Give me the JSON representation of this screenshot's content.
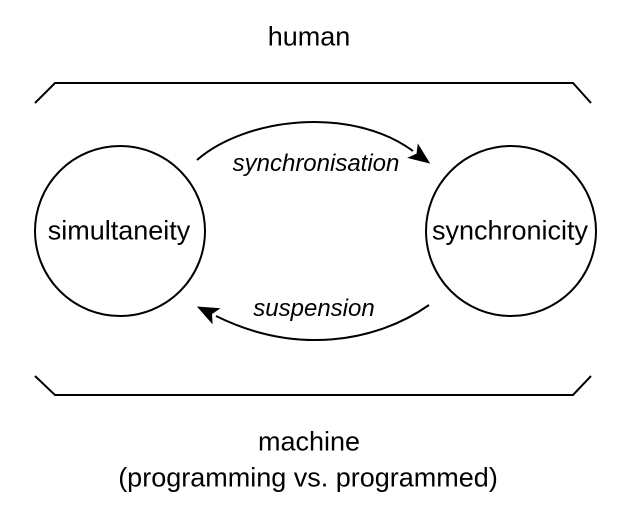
{
  "diagram": {
    "top_domain": "human",
    "bottom_domain": "machine",
    "bottom_domain_note": "(programming vs. programmed)",
    "nodes": {
      "left": "simultaneity",
      "right": "synchronicity"
    },
    "arrows": {
      "forward": "synchronisation",
      "backward": "suspension"
    },
    "colors": {
      "ink": "#000000",
      "background": "#ffffff"
    }
  }
}
